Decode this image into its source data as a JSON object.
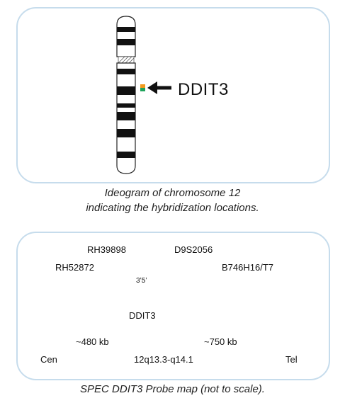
{
  "ideogram": {
    "gene_label": "DDIT3",
    "probe_colors": {
      "orange": "#f39a1e",
      "green": "#1fa35c"
    },
    "caption_line1": "Ideogram of chromosome 12",
    "caption_line2": "indicating the hybridization locations."
  },
  "probe_map": {
    "markers": {
      "rh52872": "RH52872",
      "rh39898": "RH39898",
      "d9s2056": "D9S2056",
      "b746h16": "B746H16/T7"
    },
    "orientation_label": "3’5’",
    "gene_label": "DDIT3",
    "orange_probe": {
      "size_label": "~480 kb",
      "color": "#f39a1e"
    },
    "green_probe": {
      "size_label": "~750 kb",
      "color": "#1fa35c"
    },
    "cen_label": "Cen",
    "band_label": "12q13.3-q14.1",
    "tel_label": "Tel",
    "caption": "SPEC DDIT3 Probe map (not to scale)."
  },
  "colors": {
    "panel_border": "#c6dcec",
    "ink": "#111111"
  }
}
